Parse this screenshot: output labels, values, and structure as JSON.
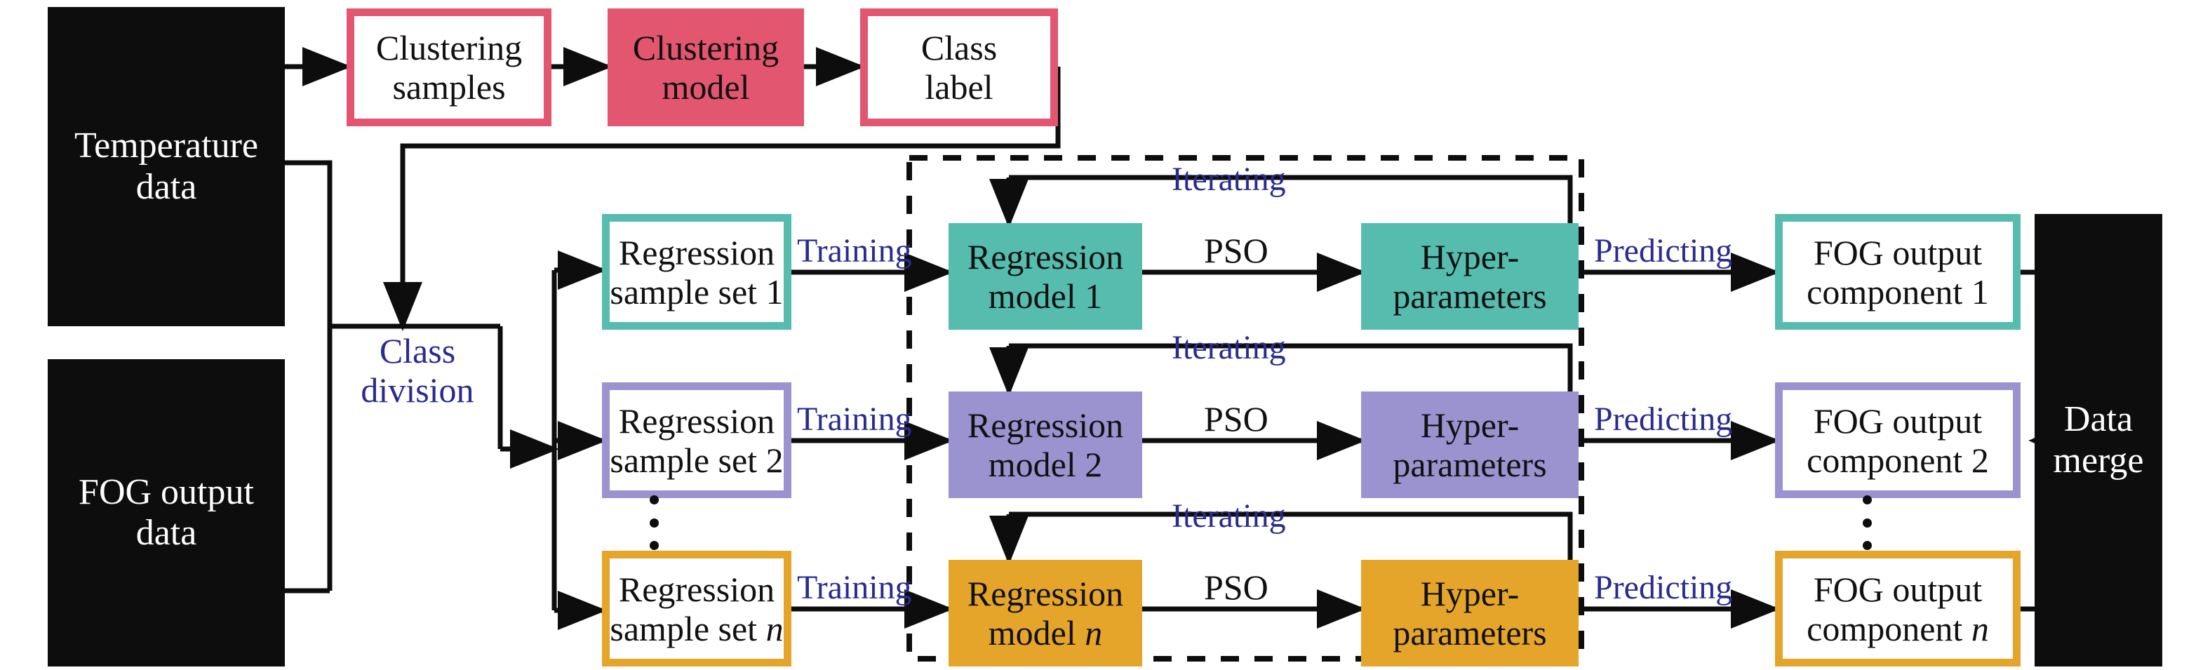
{
  "figure": {
    "type": "flowchart",
    "title": "FOG temperature-error compensation pipeline",
    "colors": {
      "black": "#0d0d0d",
      "pink": "#e2566f",
      "teal": "#56bcae",
      "purple": "#9a93cf",
      "orange": "#e5a52b",
      "blue_text": "#2b2b8f",
      "white": "#ffffff"
    }
  },
  "inputs": {
    "temperature_data": "Temperature\ndata",
    "temperature_data_l1": "Temperature",
    "temperature_data_l2": "data",
    "fog_output_data_l1": "FOG output",
    "fog_output_data_l2": "data"
  },
  "clustering_row": {
    "clustering_samples_l1": "Clustering",
    "clustering_samples_l2": "samples",
    "clustering_model_l1": "Clustering",
    "clustering_model_l2": "model",
    "class_label_l1": "Class",
    "class_label_l2": "label"
  },
  "class_division": {
    "line1": "Class",
    "line2": "division"
  },
  "rows": [
    {
      "index": 1,
      "color": "#56bcae",
      "sample_set_l1": "Regression",
      "sample_set_l2": "sample set 1",
      "sample_set_suffix": "1",
      "training_label": "Training",
      "model_l1": "Regression",
      "model_l2": "model 1",
      "model_suffix": "1",
      "pso_label": "PSO",
      "hyper_l1": "Hyper-",
      "hyper_l2": "parameters",
      "iterating_label": "Iterating",
      "predicting_label": "Predicting",
      "output_l1": "FOG output",
      "output_l2": "component 1",
      "output_suffix": "1"
    },
    {
      "index": 2,
      "color": "#9a93cf",
      "sample_set_l1": "Regression",
      "sample_set_l2": "sample set 2",
      "sample_set_suffix": "2",
      "training_label": "Training",
      "model_l1": "Regression",
      "model_l2": "model 2",
      "model_suffix": "2",
      "pso_label": "PSO",
      "hyper_l1": "Hyper-",
      "hyper_l2": "parameters",
      "iterating_label": "Iterating",
      "predicting_label": "Predicting",
      "output_l1": "FOG output",
      "output_l2": "component 2",
      "output_suffix": "2"
    },
    {
      "index": 3,
      "color": "#e5a52b",
      "sample_set_l1": "Regression",
      "sample_set_l2": "sample set n",
      "sample_set_suffix": "n",
      "training_label": "Training",
      "model_l1": "Regression",
      "model_l2": "model n",
      "model_suffix": "n",
      "pso_label": "PSO",
      "hyper_l1": "Hyper-",
      "hyper_l2": "parameters",
      "iterating_label": "Iterating",
      "predicting_label": "Predicting",
      "output_l1": "FOG output",
      "output_l2": "component n",
      "output_suffix": "n"
    }
  ],
  "output": {
    "data_merge_l1": "Data",
    "data_merge_l2": "merge"
  },
  "ellipsis": {
    "glyph": "vertical-ellipsis"
  }
}
